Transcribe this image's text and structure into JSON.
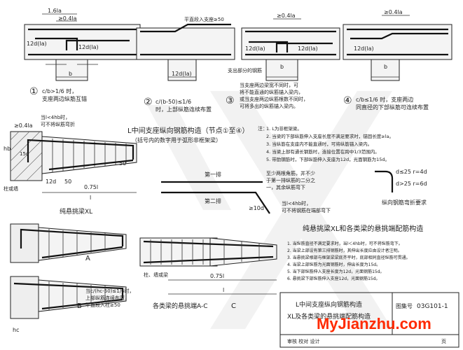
{
  "labels": {
    "d1_top": "1.6la",
    "d1_anchor": "≥0.4la",
    "d1_lap_left": "12d(la)",
    "d1_lap_right": "12d(la)",
    "d1_b": "b",
    "d1_cap_num": "①",
    "d1_cap_1": "c/b>1/6 时，",
    "d1_cap_2": "支座两边纵筋互锚",
    "d2_note": "平直段入支座≥50",
    "d2_lap": "12d(la)",
    "d2_cap_num": "②",
    "d2_cap_1": "c/(b-50)≤1/6",
    "d2_cap_2": "时，上部纵筋连续布置",
    "d3_anchor": "≥0.4la",
    "d3_lap_left": "12d(la)",
    "d3_lap_right": "12d(la)",
    "d3_b": "b",
    "d3_extra": "支出部分的钢筋",
    "d3_cap_num": "③",
    "d3_cap_1": "当支座两边梁宽不同时，可",
    "d3_cap_2": "将不能直通的纵筋锚入梁内，",
    "d3_cap_3": "或当支座两边纵筋根数不同时，",
    "d3_cap_4": "可将多出的纵筋锚入梁内。",
    "d4_anchor": "≥0.4la",
    "d4_lap": "12d(la)",
    "d4_b": "b",
    "d4_cap_num": "④",
    "d4_cap_1": "c/b≤1/6 时，支座两边",
    "d4_cap_2": "同直径的下部纵筋可连续布置",
    "center_title": "L中间支座纵向钢筋构造（节点①至④）",
    "center_sub": "（括号内的数字用于弧形非框架梁）",
    "notes_head": "注：",
    "note_1": "1. L为非框架梁。",
    "note_2": "2. 当梁的下部纵筋伸入支座长度不满足要求时，锚固长度≥la。",
    "note_3": "3. 当纵筋在支座内不能直通时，可将纵筋锚入梁内。",
    "note_4": "4. 当梁上部有通长钢筋时，连接位置在跨中1/3范围内。",
    "note_5": "5. 带肋钢筋时，下部纵筋伸入支座为12d，光面钢筋为15d。",
    "xl_top_note_1": "当l<4hb时，",
    "xl_top_note_2": "可不将纵筋弯折",
    "xl_top_dim": "≥0.4la",
    "xl_hb": "hb",
    "xl_15d": "15d",
    "xl_12d": "12d",
    "xl_50": "50",
    "xl_075l": "0.75l",
    "xl_l": "l",
    "xl_col": "柱或墙",
    "xl_title": "纯悬挑梁XL",
    "xl_A": "A",
    "xl_B": "B",
    "xl_B_note_1": "当c/(hc-50)≤1/6时，",
    "xl_B_note_2": "上部纵筋连续布置，",
    "xl_B_note_3": "平直段入柱≥50",
    "mid_row1": "第一排",
    "mid_row2": "第二排",
    "mid_note_1": "至少两根角筋，并不少",
    "mid_note_2": "于第一排纵筋的二分之",
    "mid_note_3": "一，其余纵筋弯下",
    "mid_10d": "≥10d",
    "mid_note_4": "当l<4hb时，",
    "mid_note_5": "可不将钢筋在端部弯下",
    "bend_1": "d≤25  r=4d",
    "bend_2": "d>25  r=6d",
    "bend_title": "纵向钢筋弯折要求",
    "xl2_title": "纯悬挑梁XL和各类梁的悬挑端配筋构造",
    "xl2_n1": "1. 当纵筋直径不满足要求时，当l＜4hb时，可不将纵筋弯下。",
    "xl2_n2": "2. 当梁上部设有第三排钢筋时，其伸出长度应由设计者注明。",
    "xl2_n3": "3. 当悬挑梁根部与框架梁梁底齐平时，底部相同直径纵筋可贯通。",
    "xl2_n4": "4. 当梁上部纵筋为光面钢筋时，伸出长度为15d。",
    "xl2_n5": "5. 当下部纵筋伸入支座长度为12d，光面钢筋15d。",
    "xl2_n6": "6. 悬挑梁下部纵筋伸入支座12d，光面钢筋15d。",
    "c_col": "柱、墙或梁",
    "c_075l": "0.75l",
    "c_l": "l",
    "c_C": "C",
    "c_caption": "各类梁的悬挑端A-C",
    "tb_title_1": "L中间支座纵向钢筋构造",
    "tb_title_2": "XL及各类梁的悬挑端配筋构造",
    "tb_atlas_label": "图集号",
    "tb_atlas_no": "03G101-1",
    "tb_row": "审核  校对  设计",
    "tb_page_label": "页",
    "watermark": "MyJianzhu.com"
  },
  "colors": {
    "line": "#222222",
    "bar": "#111111",
    "watermark_red": "#ff2a00",
    "watermark_gray": "#e6e6e6"
  }
}
